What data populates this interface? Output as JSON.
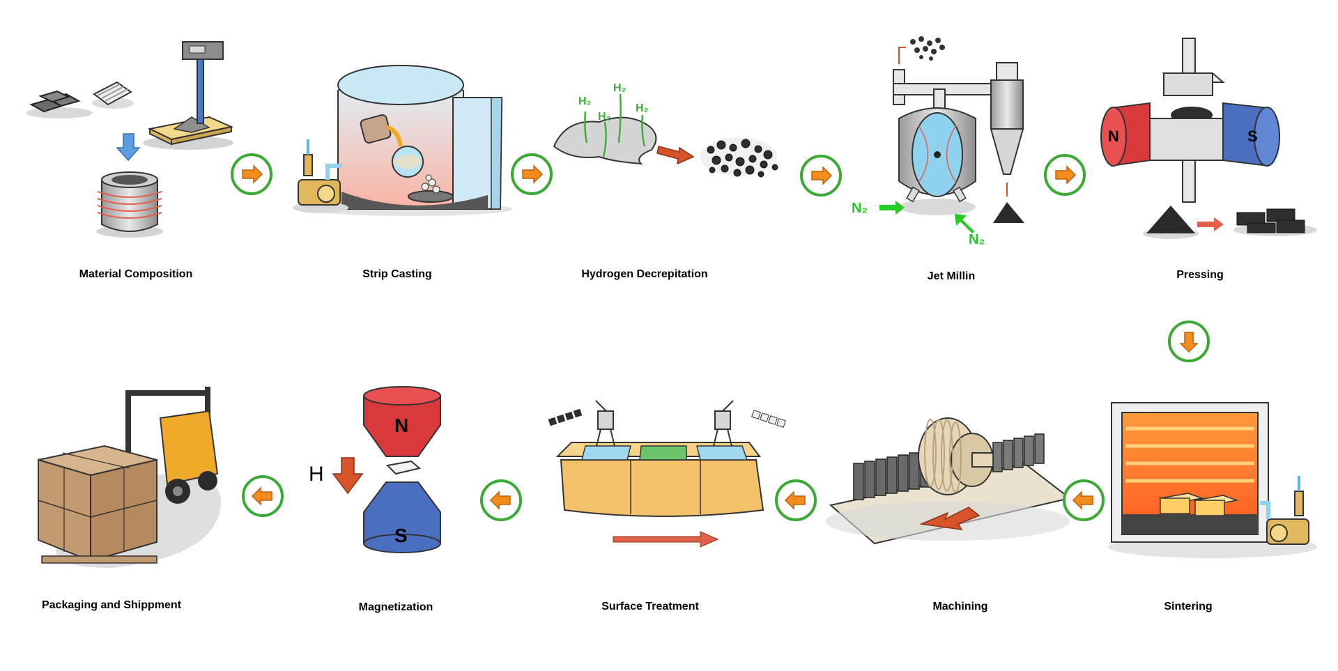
{
  "colors": {
    "arrow_fill": "#f28c1c",
    "circle_ring": "#3aaa35",
    "gas_arrow": "#22cc22",
    "north": "#d9393b",
    "south": "#4a6fc1",
    "flow_arrow": "#e0603a"
  },
  "steps": [
    {
      "label": "Material Composition"
    },
    {
      "label": "Strip Casting"
    },
    {
      "label": "Hydrogen Decrepitation"
    },
    {
      "label": "Jet Millin"
    },
    {
      "label": "Pressing"
    },
    {
      "label": "Sintering"
    },
    {
      "label": "Machining"
    },
    {
      "label": "Surface Treatment"
    },
    {
      "label": "Magnetization"
    },
    {
      "label": "Packaging and Shippment"
    }
  ],
  "hydrogen_labels": [
    "H₂",
    "H₂",
    "H₂",
    "H₂"
  ],
  "nitrogen_labels": [
    "N₂",
    "N₂"
  ],
  "pressing_poles": {
    "north": "N",
    "south": "S"
  },
  "magnetization": {
    "field": "H",
    "north": "N",
    "south": "S"
  }
}
